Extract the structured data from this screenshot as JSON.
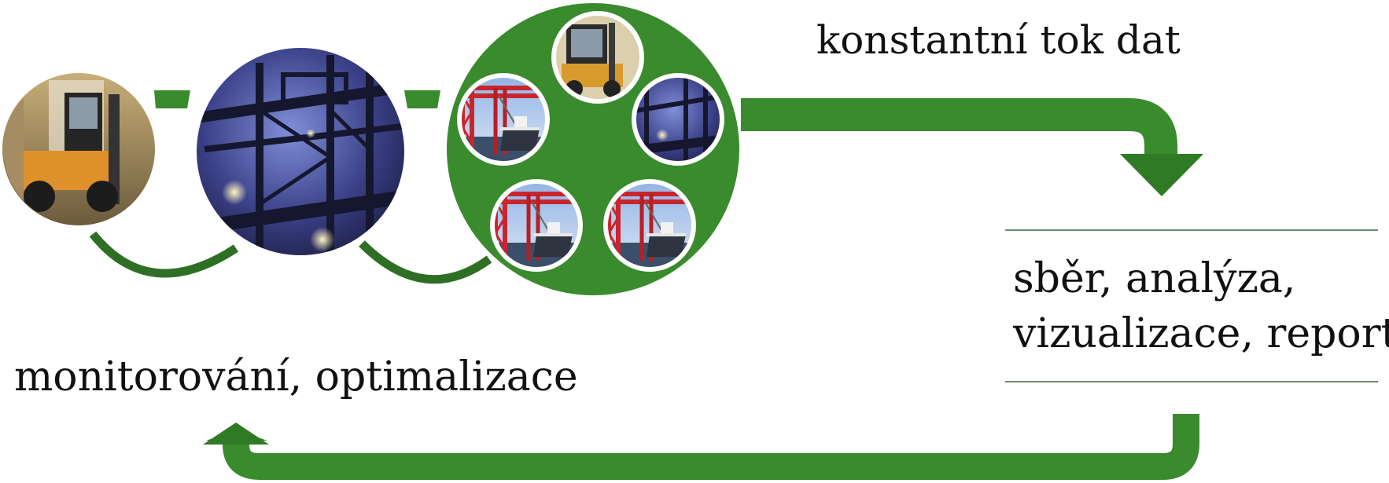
{
  "labels": {
    "data_flow": "konstantní tok dat",
    "monitoring": "monitorování, optimalizace",
    "collection_line1": "sběr, analýza,",
    "collection_line2": "vizualizace, reporty"
  },
  "colors": {
    "green": "#3a8a2e",
    "dark_green": "#2f6f25",
    "rule": "#6e8a6e"
  },
  "icons": {
    "forklift": "forklift-photo",
    "crane_night": "steel-crane-night-photo",
    "port_crane": "port-crane-ship-photo"
  }
}
